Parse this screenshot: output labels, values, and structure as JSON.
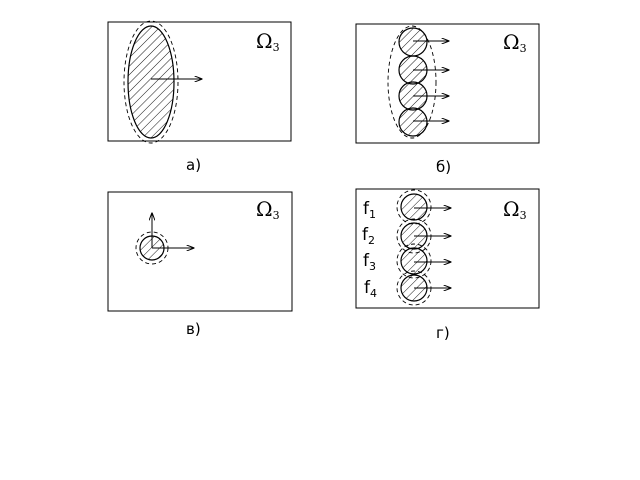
{
  "panels": {
    "a": {
      "region_label": "Ω",
      "region_sub": "3",
      "caption": "а)"
    },
    "b": {
      "region_label": "Ω",
      "region_sub": "3",
      "caption": "б)"
    },
    "v": {
      "region_label": "Ω",
      "region_sub": "3",
      "caption": "в)"
    },
    "g": {
      "region_label": "Ω",
      "region_sub": "3",
      "caption": "г)",
      "labels": [
        {
          "base": "f",
          "sub": "1"
        },
        {
          "base": "f",
          "sub": "2"
        },
        {
          "base": "f",
          "sub": "3"
        },
        {
          "base": "f",
          "sub": "4"
        }
      ]
    }
  }
}
